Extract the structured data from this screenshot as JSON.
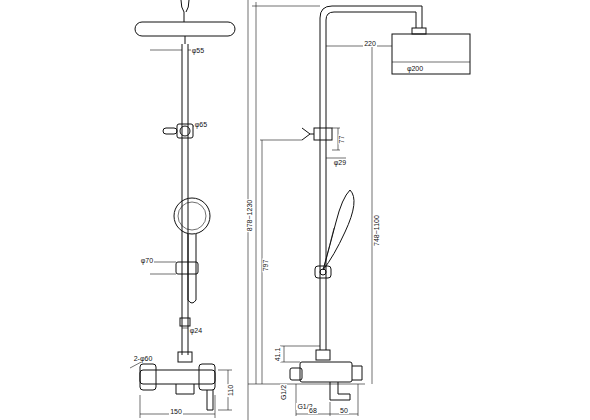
{
  "diagram": {
    "labels": [
      "φ55",
      "φ65",
      "φ70",
      "φ24",
      "2-φ60",
      "110",
      "150",
      "220",
      "φ200",
      "77",
      "φ29",
      "878~1230",
      "797",
      "748~1100",
      "41.1",
      "G1/2",
      "G1/2",
      "68",
      "50"
    ]
  }
}
